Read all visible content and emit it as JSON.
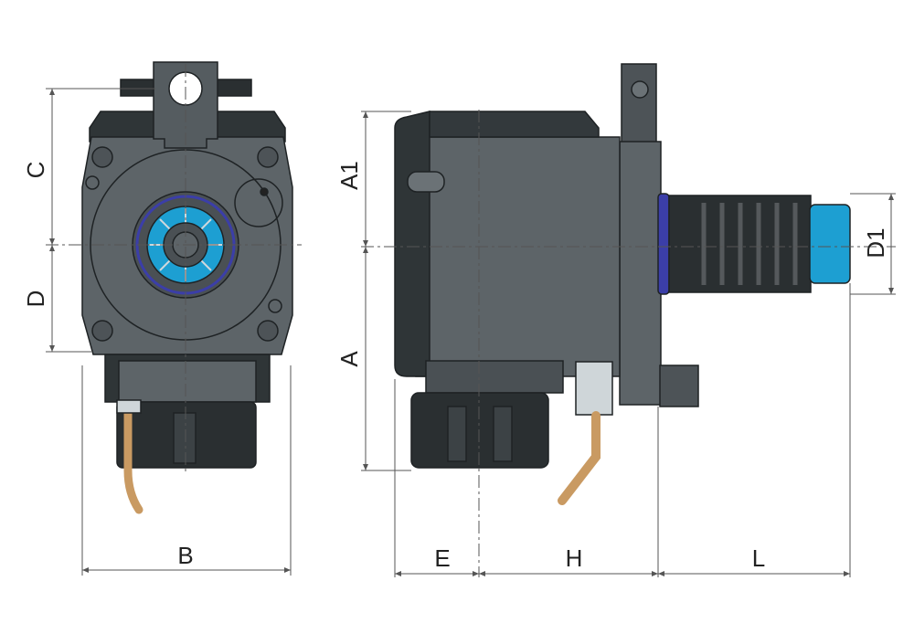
{
  "colors": {
    "body": "#5d6468",
    "body_dark": "#33393c",
    "outline": "#1e2224",
    "collet_blue": "#1d9fd2",
    "ring_blue": "#3b3ea8",
    "copper": "#c99a62",
    "dim_line": "#555555"
  },
  "dimensions": {
    "front_view": {
      "height_top": "C",
      "height_bottom": "D",
      "width": "B"
    },
    "side_view": {
      "height_top": "A1",
      "height_bottom": "A",
      "shaft_diameter": "D1",
      "length_front": "E",
      "length_mid": "H",
      "length_shaft": "L"
    }
  }
}
